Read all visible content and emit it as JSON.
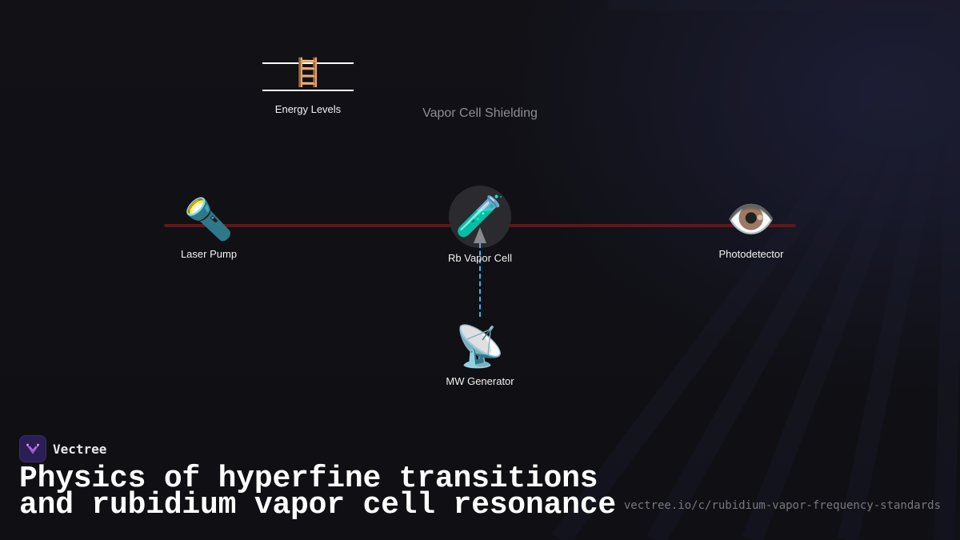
{
  "diagram": {
    "energy_levels": {
      "icon": "ladder-icon",
      "glyph": "🪜",
      "label": "Energy Levels"
    },
    "shielding_label": "Vapor Cell Shielding",
    "laser_pump": {
      "icon": "flashlight-icon",
      "glyph": "🔦",
      "label": "Laser Pump"
    },
    "vapor_cell": {
      "icon": "test-tube-icon",
      "glyph": "🧪",
      "label": "Rb Vapor Cell"
    },
    "photodetector": {
      "icon": "eye-icon",
      "glyph": "👁️",
      "label": "Photodetector"
    },
    "mw_generator": {
      "icon": "satellite-dish-icon",
      "glyph": "📡",
      "label": "MW Generator"
    },
    "colors": {
      "beam": "#5a1a1a",
      "microwave_link": "#3fb4e8",
      "background": "#101015"
    }
  },
  "footer": {
    "brand_name": "Vectree",
    "title_line1": "Physics of hyperfine transitions",
    "title_line2": "and rubidium vapor cell resonance",
    "url": "vectree.io/c/rubidium-vapor-frequency-standards"
  }
}
